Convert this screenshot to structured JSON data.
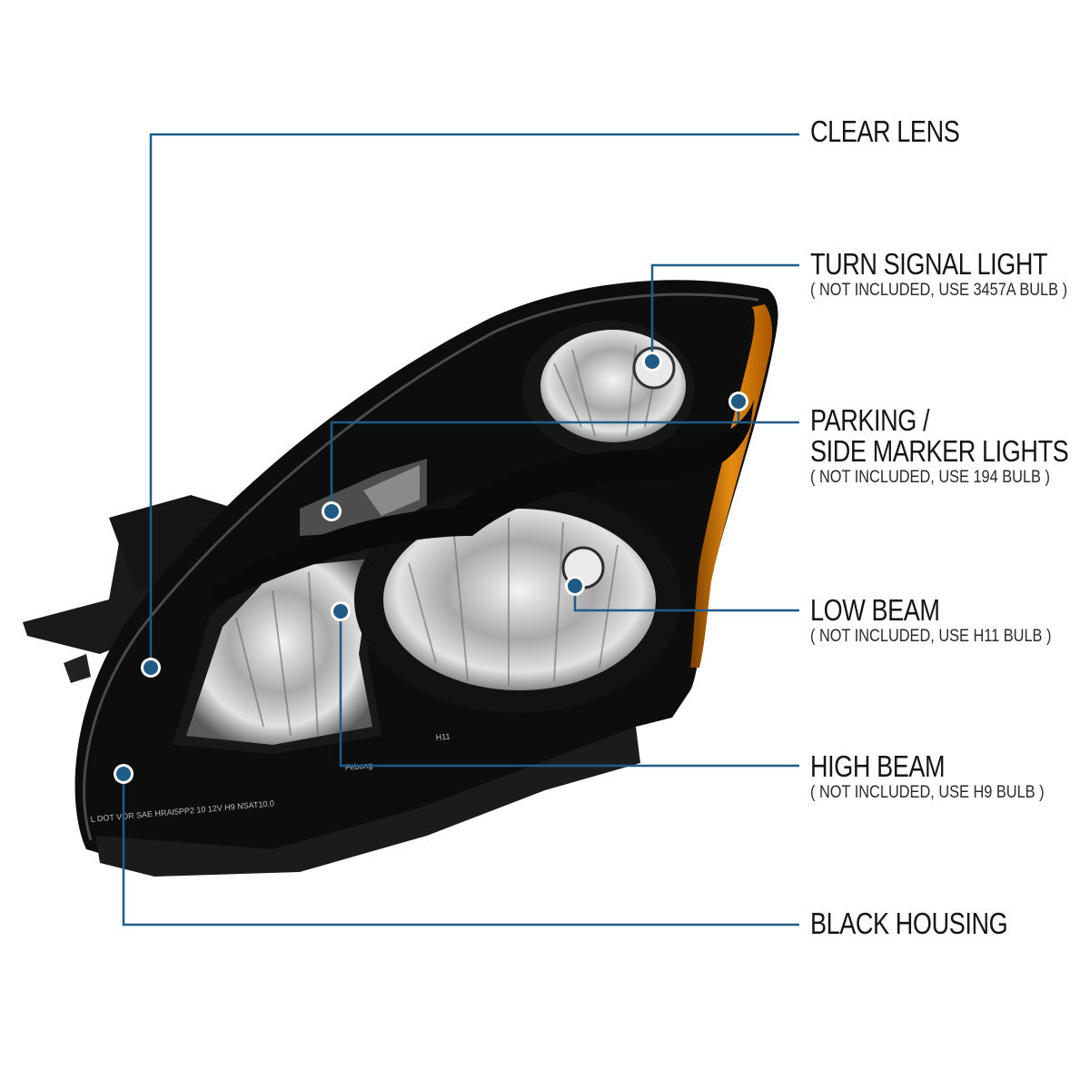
{
  "colors": {
    "callout_line": "#1f5b85",
    "callout_dot": "#1f5b85",
    "housing": "#0c0c0c",
    "amber": "#d9820d",
    "chrome": "#c8c8c8"
  },
  "callouts": [
    {
      "id": "clear-lens",
      "title": "CLEAR LENS",
      "subtitle": ""
    },
    {
      "id": "turn-signal",
      "title": "TURN SIGNAL LIGHT",
      "subtitle": "( NOT INCLUDED, USE  3457A  BULB )"
    },
    {
      "id": "parking",
      "title": "PARKING /",
      "title2": "SIDE MARKER LIGHTS",
      "subtitle": "( NOT INCLUDED, USE  194  BULB )"
    },
    {
      "id": "low-beam",
      "title": "LOW BEAM",
      "subtitle": "( NOT INCLUDED, USE  H11  BULB )"
    },
    {
      "id": "high-beam",
      "title": "HIGH BEAM",
      "subtitle": "( NOT INCLUDED, USE  H9  BULB )"
    },
    {
      "id": "black-housing",
      "title": "BLACK HOUSING",
      "subtitle": ""
    }
  ],
  "lens_markings": {
    "line1": "L DOT VOR SAE HRAI5PP2 10 12V H9 NSAT10.0",
    "brand": "Febong",
    "code": "H11"
  }
}
